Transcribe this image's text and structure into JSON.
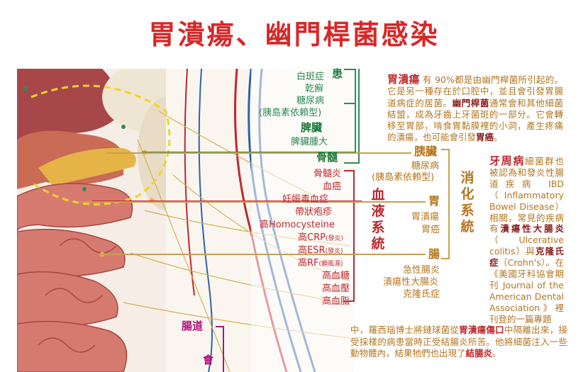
{
  "title": "胃潰瘍、幽門桿菌感染",
  "colors": {
    "title": "#d62828",
    "green": "#2e8b57",
    "red": "#c0272d",
    "orange": "#b5761f",
    "magenta": "#b0127a"
  },
  "green_group": {
    "top_char": "患",
    "items": [
      "白斑症",
      "乾癬",
      "糖尿病",
      "(胰島素依賴型)"
    ],
    "spleen": "脾臟",
    "spleen_item": "脾臟腫大",
    "marrow": "骨髓"
  },
  "blood_group": {
    "vertical": "血液系統",
    "items": [
      "骨髓炎",
      "血癌",
      "妊娠毒血症",
      "帶狀疱疹",
      "高Homocysteine",
      "高CRP",
      "高ESR",
      "高RF",
      "高血糖",
      "高血壓",
      "高血脂"
    ],
    "suffixes": {
      "crp": "(發炎)",
      "esr": "(發炎)",
      "rf": "(類風濕)"
    }
  },
  "digestive_group": {
    "vertical": "消化系統",
    "pancreas": "胰臟",
    "pancreas_items": [
      "糖尿病",
      "(胰島素依賴型)"
    ],
    "stomach": "胃",
    "stomach_items": [
      "胃潰瘍",
      "胃癌"
    ],
    "intestine": "腸",
    "intestine_items": [
      "急性腸炎",
      "潰瘍性大腸炎",
      "克隆氏症"
    ]
  },
  "bottom_left": {
    "label1": "腸道",
    "label2": "會"
  },
  "paragraph1": {
    "lead": "胃潰瘍",
    "t1": "有 90%都是由幽門桿菌所引起的。它是另一種存在於口腔中，並且會引發胃腸道病症的居菌。",
    "em1": "幽門桿菌",
    "t2": "通常會和其他細菌結盟，成為牙齒上牙菌斑的一部分。它會轉移至胃部，啃食胃黏膜裡的小洞，產生疼痛的潰瘍，也可能會引發",
    "em2": "胃癌",
    "t3": "。"
  },
  "paragraph2": {
    "lead": "牙周病",
    "t1": "細菌群也被認為和發炎性腸道疾病 IBD（Inflammatory Bowel Disease）相關，常見的疾病有",
    "em1": "潰瘍性大腸炎",
    "t2": "（Ulcerative colitis）與",
    "em2": "克隆氏症",
    "t3": "（Crohn's）。在《美國牙科協會期刊 Journal of the American Dental Association》裡刊登的一篇專題"
  },
  "paragraph3": {
    "t1": "中，羅西瑙博士將鏈球菌從",
    "em1": "胃潰瘍傷口",
    "t2": "中隔離出來，接受採樣的病患當時正受結腸炎所苦。他將細菌注入一些動物體內，結果牠們也出現了",
    "em2": "結腸炎",
    "t3": "。"
  }
}
